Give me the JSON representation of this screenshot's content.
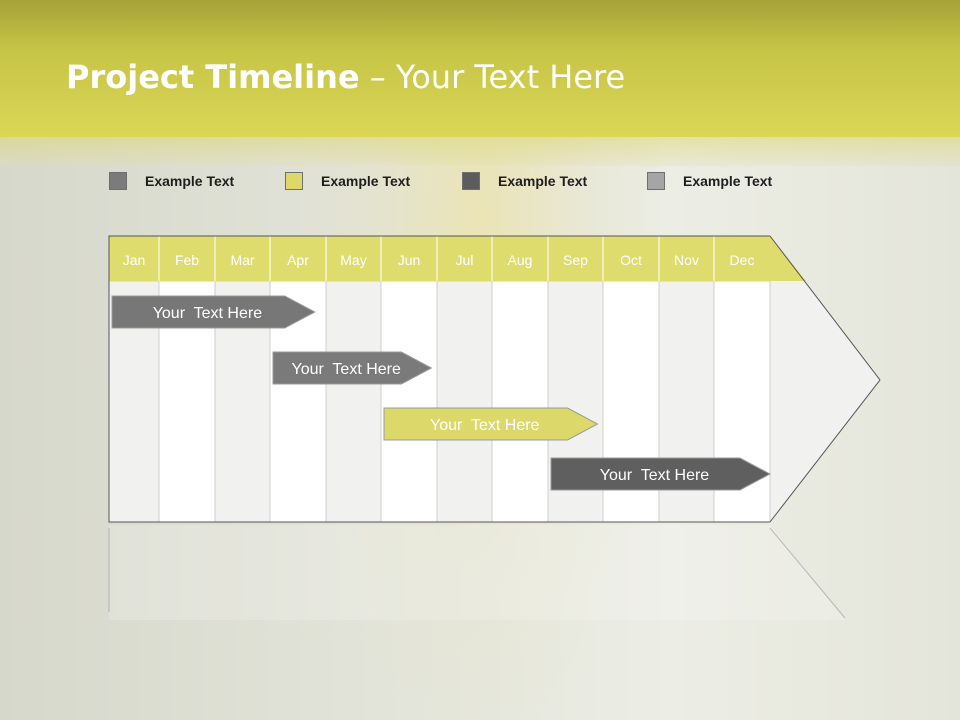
{
  "title": {
    "bold": "Project Timeline",
    "rest": " – Your Text Here"
  },
  "colors": {
    "header": "#d9d454",
    "month_header": "#dfdc6e",
    "gray_bar": "#777777",
    "yellow_bar": "#dcd86a",
    "dark_bar": "#5f5f5f"
  },
  "legend": [
    {
      "label": "Example Text",
      "color": "#7b7b7b"
    },
    {
      "label": "Example Text",
      "color": "#dcd86a"
    },
    {
      "label": "Example Text",
      "color": "#5c5c5c"
    },
    {
      "label": "Example Text",
      "color": "#a5a5a5"
    }
  ],
  "chart_data": {
    "type": "gantt",
    "categories": [
      "Jan",
      "Feb",
      "Mar",
      "Apr",
      "May",
      "Jun",
      "Jul",
      "Aug",
      "Sep",
      "Oct",
      "Nov",
      "Dec"
    ],
    "tasks": [
      {
        "label": "Your  Text Here",
        "start": 0,
        "end": 3.8,
        "color": "#777777"
      },
      {
        "label": "Your  Text Here",
        "start": 3,
        "end": 5.9,
        "color": "#7a7a7a"
      },
      {
        "label": "Your  Text Here",
        "start": 5,
        "end": 8.9,
        "color": "#dcd86a"
      },
      {
        "label": "Your  Text Here",
        "start": 8,
        "end": 12,
        "color": "#5f5f5f"
      }
    ]
  }
}
